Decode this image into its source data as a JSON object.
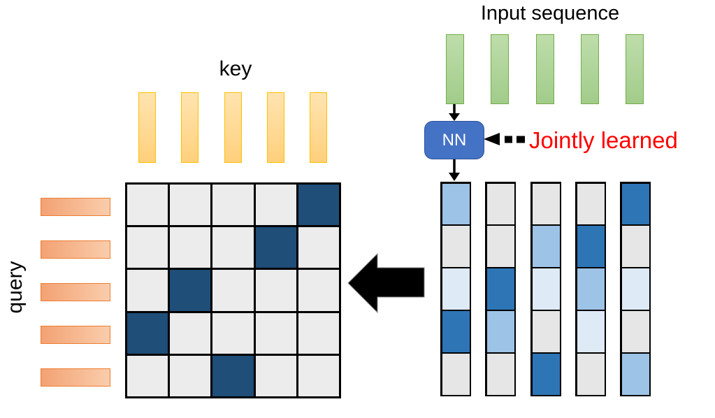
{
  "labels": {
    "input_sequence": "Input sequence",
    "key": "key",
    "query": "query",
    "nn": "NN",
    "jointly_learned": "Jointly learned"
  },
  "colors": {
    "green_border": "#70AD47",
    "yellow_border": "#FFC000",
    "orange_border": "#ED7D31",
    "nn_fill": "#4472C4",
    "nn_border": "#2F5597",
    "red_text": "#FF0000",
    "arrow_black": "#000000",
    "matrix_dark": "#1F4E79",
    "matrix_light": "#ECECEC"
  },
  "input_sequence": {
    "bar_count": 5
  },
  "key": {
    "bar_count": 5
  },
  "query": {
    "bar_count": 5
  },
  "attention_matrix": {
    "rows": 5,
    "cols": 5,
    "grid": [
      [
        0,
        0,
        0,
        0,
        1
      ],
      [
        0,
        0,
        0,
        1,
        0
      ],
      [
        0,
        1,
        0,
        0,
        0
      ],
      [
        1,
        0,
        0,
        0,
        0
      ],
      [
        0,
        0,
        1,
        0,
        0
      ]
    ]
  },
  "weight_columns": {
    "level_colors": {
      "zero": "#E7E6E6",
      "low": "#DEEAF6",
      "medium": "#9DC3E6",
      "high": "#2E75B6"
    },
    "columns": [
      [
        "medium",
        "zero",
        "low",
        "high",
        "zero"
      ],
      [
        "zero",
        "zero",
        "high",
        "medium",
        "zero"
      ],
      [
        "zero",
        "medium",
        "low",
        "zero",
        "high"
      ],
      [
        "zero",
        "high",
        "medium",
        "low",
        "zero"
      ],
      [
        "high",
        "zero",
        "low",
        "zero",
        "medium"
      ]
    ]
  }
}
